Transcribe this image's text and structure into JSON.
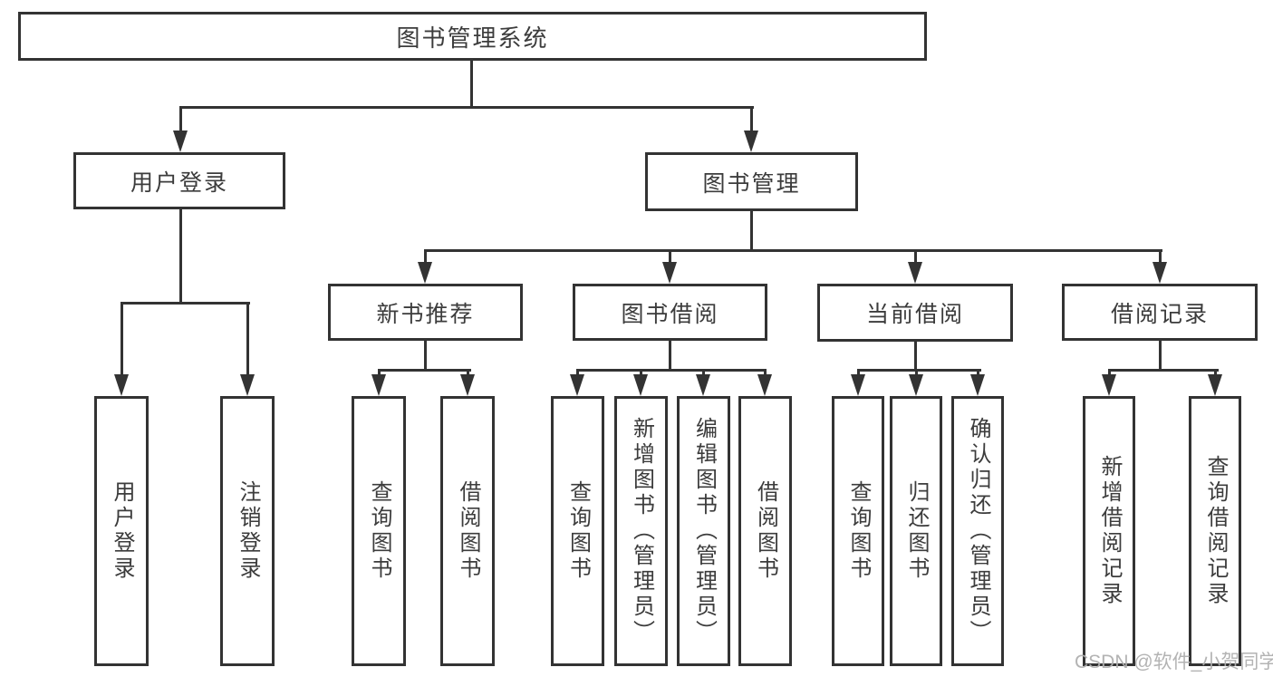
{
  "diagram": {
    "root": {
      "label": "图书管理系统"
    },
    "children": [
      {
        "label": "用户登录",
        "children": [
          {
            "label": "用户登录"
          },
          {
            "label": "注销登录"
          }
        ]
      },
      {
        "label": "图书管理",
        "children": [
          {
            "label": "新书推荐",
            "children": [
              {
                "label": "查询图书"
              },
              {
                "label": "借阅图书"
              }
            ]
          },
          {
            "label": "图书借阅",
            "children": [
              {
                "label": "查询图书"
              },
              {
                "label": "新增图书（管理员）"
              },
              {
                "label": "编辑图书（管理员）"
              },
              {
                "label": "借阅图书"
              }
            ]
          },
          {
            "label": "当前借阅",
            "children": [
              {
                "label": "查询图书"
              },
              {
                "label": "归还图书"
              },
              {
                "label": "确认归还（管理员）"
              }
            ]
          },
          {
            "label": "借阅记录",
            "children": [
              {
                "label": "新增借阅记录"
              },
              {
                "label": "查询借阅记录"
              }
            ]
          }
        ]
      }
    ]
  },
  "watermark": "CSDN @软件_小贺同学",
  "colors": {
    "line": "#333333",
    "node_text": "#3c3c3c",
    "background": "#ffffff",
    "watermark": "#afafaf"
  }
}
